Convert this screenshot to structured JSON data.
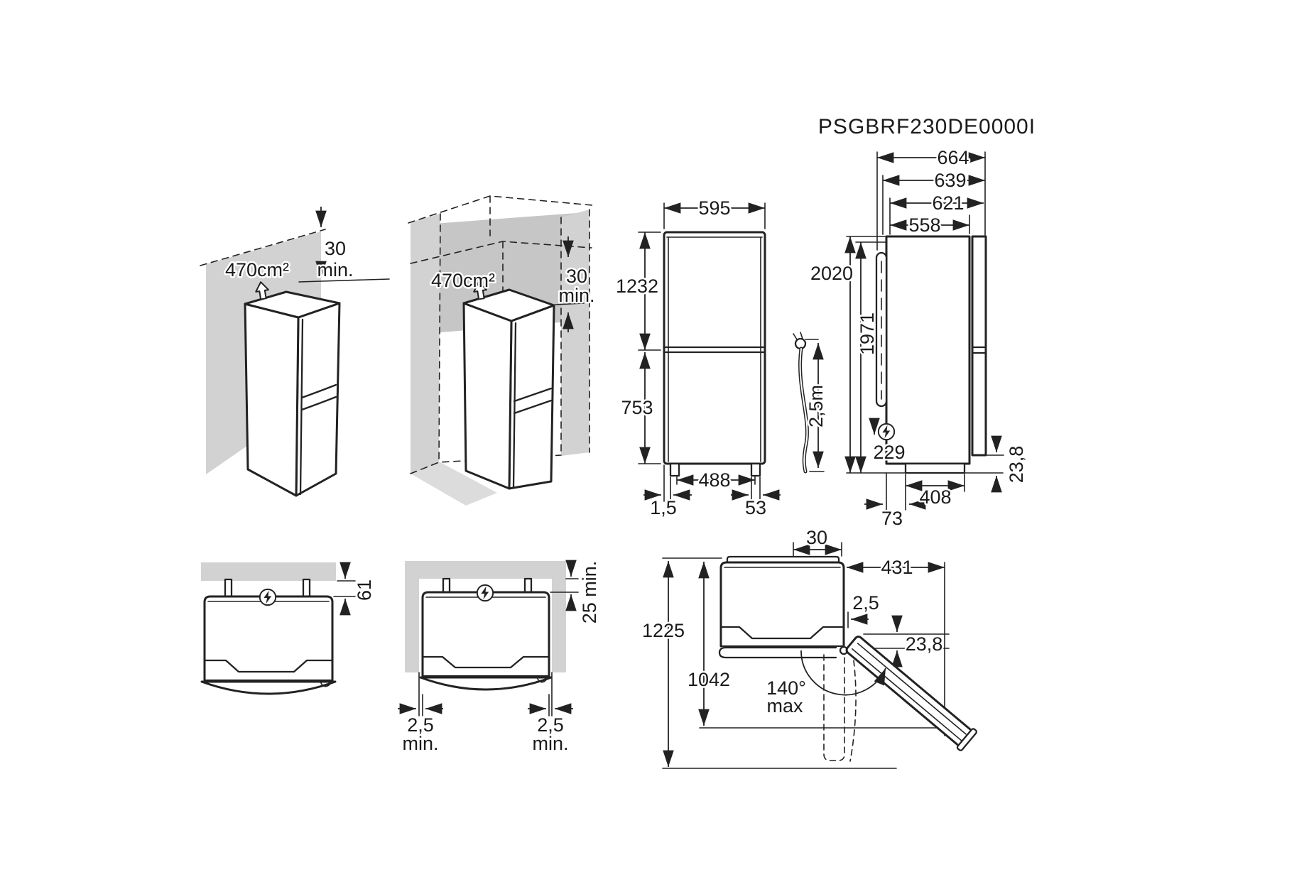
{
  "title": "PSGBRF230DE0000I",
  "colors": {
    "line": "#222222",
    "wall_fill": "#d2d2d2",
    "wall_shadow_fill": "#c6c6c6",
    "floor_fill": "#dcdcdc",
    "background": "#ffffff"
  },
  "icons": {
    "power": "power-icon",
    "vent": "vent-arrow-icon"
  },
  "diagrams": {
    "iso_wall": {
      "vent_area": "470cm²",
      "top_clearance": "30",
      "top_clearance_unit": "min."
    },
    "iso_niche": {
      "vent_area": "470cm²",
      "top_clearance": "30",
      "top_clearance_unit": "min."
    },
    "front_view": {
      "width": "595",
      "upper_height": "1232",
      "lower_height": "753",
      "feet_spacing": "488",
      "left_inset": "1,5",
      "foot_width": "53"
    },
    "power_cord": {
      "length": "2,5m"
    },
    "side_view": {
      "depth_overall": "664",
      "depth_handle": "639",
      "depth_door": "621",
      "depth_body": "558",
      "height_total": "2020",
      "height_rear": "1971",
      "socket_height": "229",
      "base_depth": "408",
      "rear_gap": "73",
      "door_floor_gap": "23,8"
    },
    "top_view_wall": {
      "rear_clearance": "61"
    },
    "top_view_niche": {
      "rear_clearance": "25 min.",
      "left_gap": "2,5",
      "left_gap_unit": "min.",
      "right_gap": "2,5",
      "right_gap_unit": "min."
    },
    "door_open_view": {
      "hinge_side_gap": "30",
      "door_projection": "431",
      "wall_gap": "2,5",
      "door_thickness": "23,8",
      "depth_door_90": "1225",
      "depth_door_open": "1042",
      "max_angle": "140°",
      "max_angle_unit": "max"
    }
  }
}
